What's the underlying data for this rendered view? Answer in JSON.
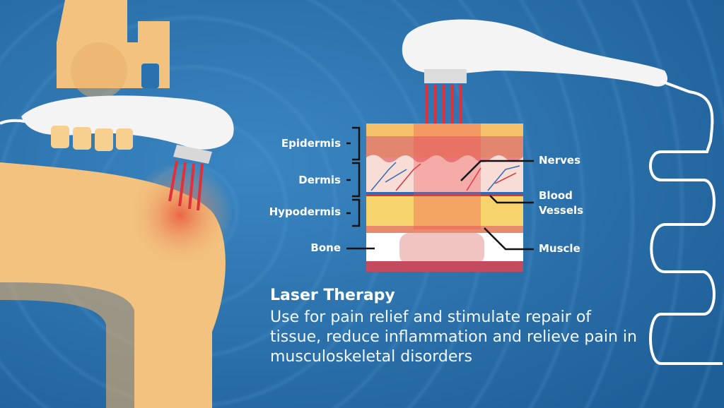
{
  "labels": {
    "left": [
      "Epidermis",
      "Dermis",
      "Hypodermis",
      "Bone"
    ],
    "right": [
      "Nerves",
      "Blood",
      "Vessels",
      "Muscle"
    ]
  },
  "caption": {
    "title": "Laser Therapy",
    "body": "Use for pain relief and stimulate repair of tissue, reduce inflammation and relieve pain in musculoskeletal disorders"
  },
  "colors": {
    "background": "#2a72ad",
    "skin": "#f2c27e",
    "laser": "#e0303a",
    "device": "#f4f4f4"
  }
}
